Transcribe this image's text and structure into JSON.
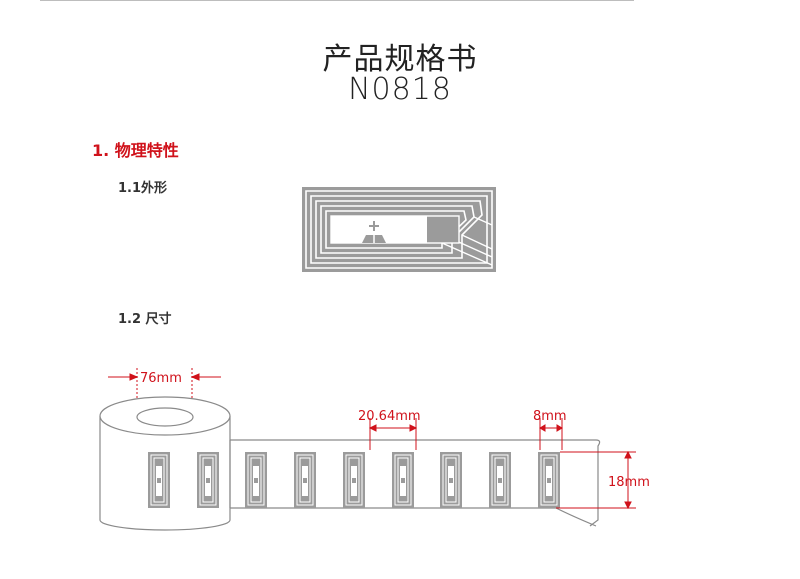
{
  "document": {
    "title": "产品规格书",
    "model": "N0818"
  },
  "section": {
    "heading": "1.  物理特性"
  },
  "subsections": {
    "shape": "1.1外形",
    "size": "1.2 尺寸"
  },
  "dimensions": {
    "core": "76mm",
    "pitch": "20.64mm",
    "gap": "8mm",
    "width": "18mm"
  },
  "colors": {
    "accent": "#d0121b",
    "antenna": "#9b9b9b"
  }
}
